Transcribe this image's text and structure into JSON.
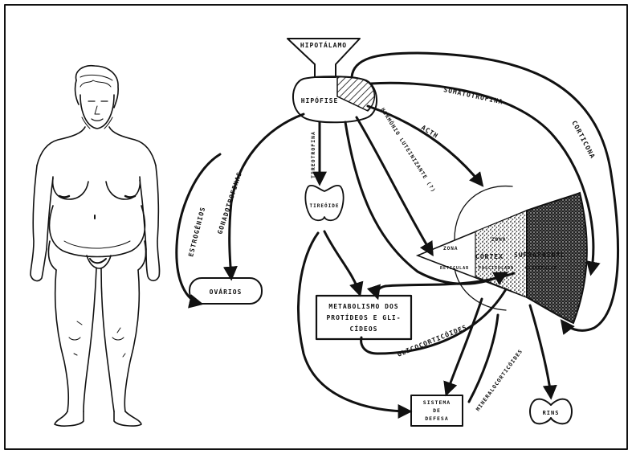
{
  "diagram": {
    "nodes": {
      "hipotalamo": "HIPOTÁLAMO",
      "hipofise": "HIPÓFISE",
      "tireoide": "TIREÓIDE",
      "ovarios": "OVÁRIOS",
      "metabolismo_l1": "METABOLISMO DOS",
      "metabolismo_l2": "PROTÍDEOS E GLI-",
      "metabolismo_l3": "CÍDEOS",
      "sistema_l1": "SISTEMA",
      "sistema_l2": "DE",
      "sistema_l3": "DEFESA",
      "rins": "RINS"
    },
    "cortex": {
      "zona_l": "ZONA",
      "reticular": "RETICULAR",
      "fasciculada": "FASCICULADA",
      "cortex_word": "CÓRTEX",
      "suprarrenal": "SUPRARRENAL",
      "glomerular": "GLOMERULAR"
    },
    "arrows": {
      "somatotrofina": "SOMATOTROFINA",
      "corticona": "CORTICONA",
      "acth": "ACTH",
      "hormonio_luteinizante": "HORMÔNIO LUTEINIZANTE (?)",
      "gonadotrofinas": "GONADOTROFINAS",
      "estrogenios": "ESTROGÊNIOS",
      "tireotrofina": "TIREOTROFINA",
      "glicocorticoides": "GLICOCORTICÓIDES",
      "mineralocorticoides": "MINERALOCORTICÓIDES"
    }
  },
  "colors": {
    "ink": "#111111",
    "background": "#ffffff"
  }
}
